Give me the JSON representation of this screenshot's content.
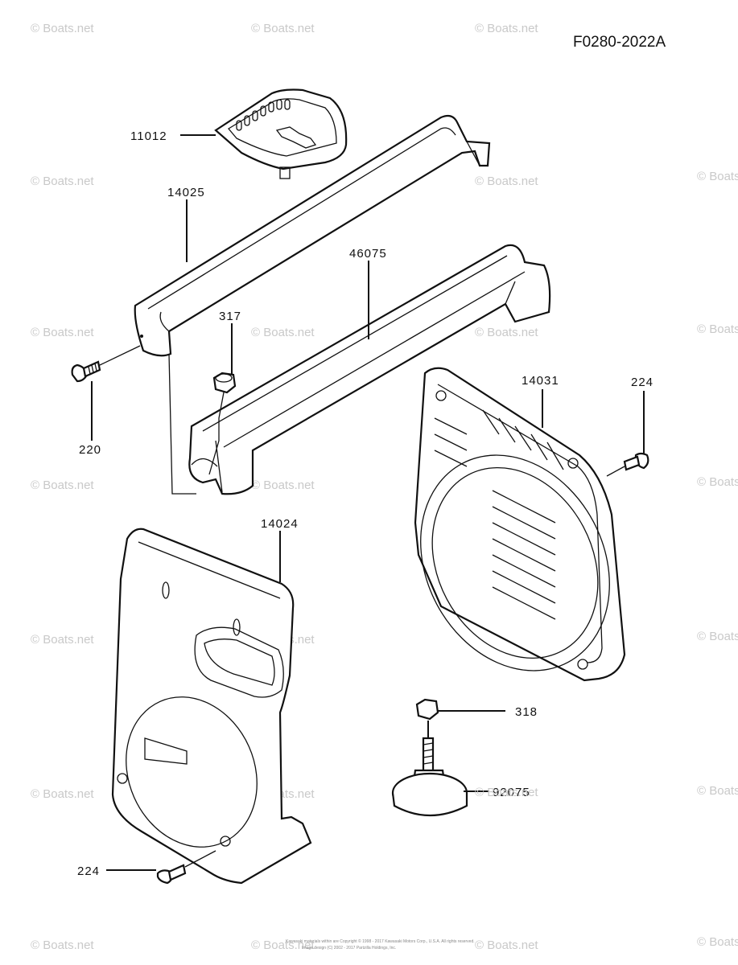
{
  "figure_id": "F0280-2022A",
  "watermark": "© Boats.net",
  "copyright_line1": "Kawasaki materials within are Copyright © 1998 - 2017 Kawasaki Motors Corp., U.S.A. All rights reserved.",
  "copyright_line2": "Image design (C) 2002 - 2017 Partzilla Holdings, Inc.",
  "parts": [
    {
      "id": "p11012",
      "number": "11012"
    },
    {
      "id": "p14025",
      "number": "14025"
    },
    {
      "id": "p46075",
      "number": "46075"
    },
    {
      "id": "p317",
      "number": "317"
    },
    {
      "id": "p220",
      "number": "220"
    },
    {
      "id": "p14031",
      "number": "14031"
    },
    {
      "id": "p224a",
      "number": "224"
    },
    {
      "id": "p14024",
      "number": "14024"
    },
    {
      "id": "p318",
      "number": "318"
    },
    {
      "id": "p92075",
      "number": "92075"
    },
    {
      "id": "p224b",
      "number": "224"
    }
  ]
}
